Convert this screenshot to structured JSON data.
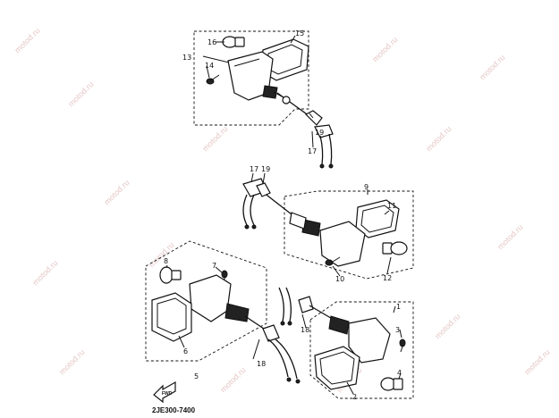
{
  "watermark": "motod.ru",
  "diagram_code": "2JE300-7400",
  "arrow_label": "FWD",
  "part_numbers": {
    "p1": "1",
    "p2": "2",
    "p3": "3",
    "p4": "4",
    "p5": "5",
    "p6": "6",
    "p7": "7",
    "p8": "8",
    "p9": "9",
    "p10": "10",
    "p11": "11",
    "p12": "12",
    "p13": "13",
    "p14": "14",
    "p15": "15",
    "p16": "16",
    "p17a": "17",
    "p17b": "17",
    "p18a": "18",
    "p18b": "18",
    "p19a": "19",
    "p19b": "19"
  }
}
